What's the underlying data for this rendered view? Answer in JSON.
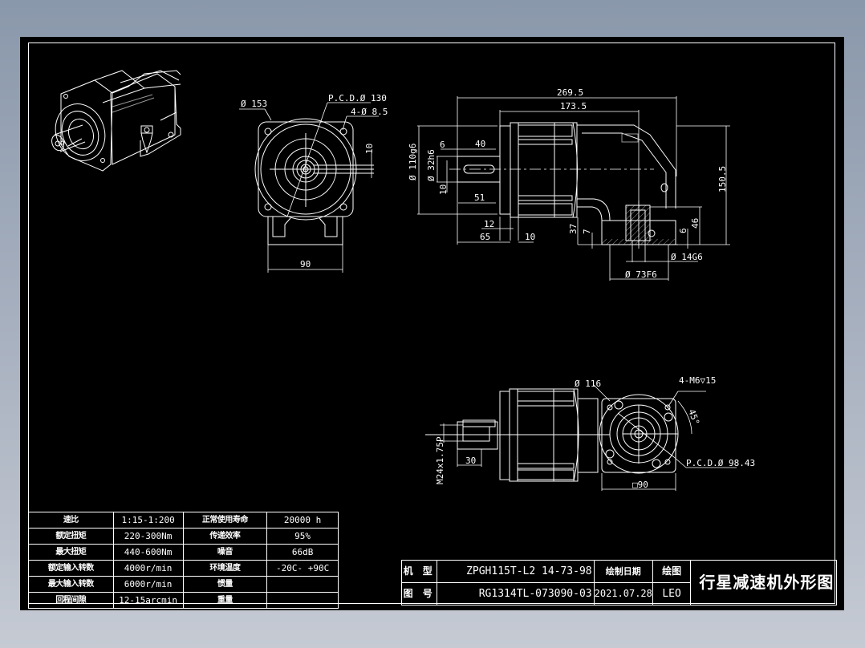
{
  "drawing": {
    "background_colors": {
      "sheet": "#000000",
      "line": "#ffffff",
      "canvas_top": "#8a98ab",
      "canvas_bottom": "#c5cad3"
    },
    "views": {
      "isometric": {
        "label": "3D isometric view"
      },
      "front": {
        "dims": {
          "outer_dia": "Ø 153",
          "pcd": "P.C.D.Ø 130",
          "holes": "4-Ø 8.5",
          "key_width": "10",
          "base_width": "90"
        }
      },
      "side": {
        "dims": {
          "overall_length": "269.5",
          "body_length": "173.5",
          "pilot_dia": "Ø 110g6",
          "shaft_dia": "Ø 32h6",
          "key_offset": "6",
          "key_length": "40",
          "key_width": "10",
          "shaft_length": "51",
          "flange_thk": "12",
          "shaft_to_flange": "65",
          "spigot": "10",
          "height": "150.5",
          "base_height": "37",
          "base_step": "7",
          "input_height": "46",
          "input_step": "6",
          "input_bore": "Ø 14G6",
          "input_pilot": "Ø 73F6"
        }
      },
      "bottom": {
        "dims": {
          "output_dia": "Ø 116",
          "thread": "M24x1.75P",
          "thread_depth": "30",
          "holes": "4-M6▽15",
          "angle": "45°",
          "pcd": "P.C.D.Ø 98.43",
          "square": "□90"
        }
      }
    }
  },
  "spec_table": {
    "rows": [
      {
        "label1": "速比",
        "value1": "1:15-1:200",
        "label2": "正常使用寿命",
        "value2": "20000 h"
      },
      {
        "label1": "额定扭矩",
        "value1": "220-300Nm",
        "label2": "传递效率",
        "value2": "95%"
      },
      {
        "label1": "最大扭矩",
        "value1": "440-600Nm",
        "label2": "噪音",
        "value2": "66dB"
      },
      {
        "label1": "额定输入转数",
        "value1": "4000r/min",
        "label2": "环境温度",
        "value2": "-20C- +90C"
      },
      {
        "label1": "最大输入转数",
        "value1": "6000r/min",
        "label2": "惯量",
        "value2": ""
      },
      {
        "label1": "回程间隙",
        "value1": "12-15arcmin",
        "label2": "重量",
        "value2": ""
      }
    ]
  },
  "title_block": {
    "model_label": "机 型",
    "model_value": "ZPGH115T-L2 14-73-98",
    "drawing_no_label": "图 号",
    "drawing_no_value": "RG1314TL-073090-03",
    "date_label": "绘制日期",
    "date_value": "2021.07.28",
    "drafter_label": "绘图",
    "drafter_value": "LEO",
    "title": "行星减速机外形图"
  }
}
